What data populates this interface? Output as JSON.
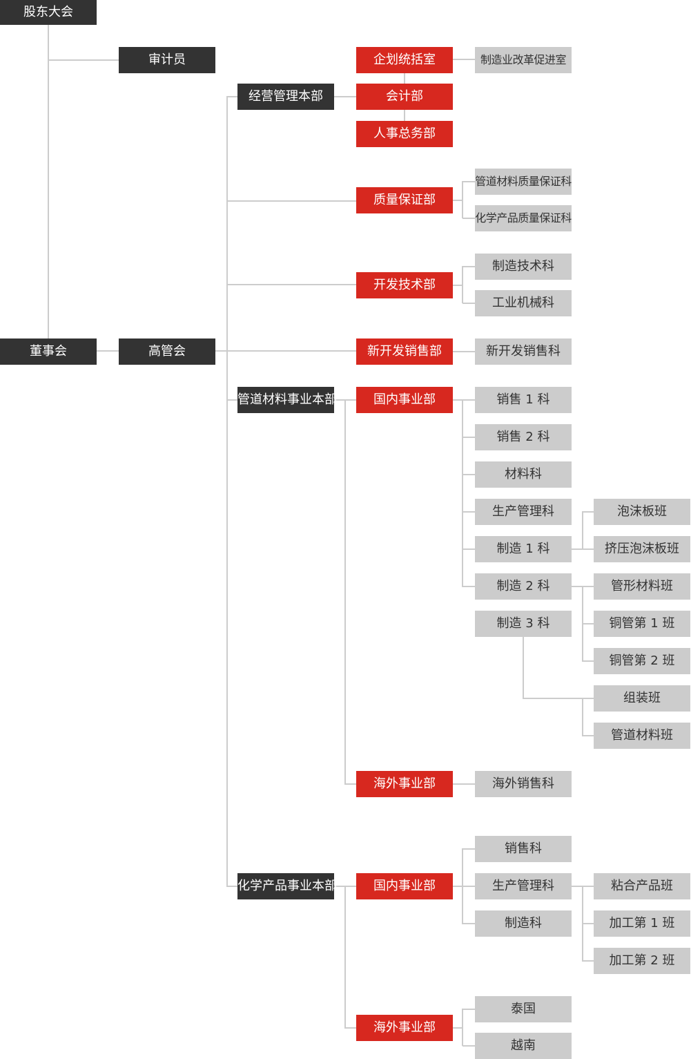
{
  "top": {
    "shareholders": "股东大会",
    "auditor": "审计员",
    "board": "董事会",
    "executive": "高管会"
  },
  "management_hq": {
    "label": "经营管理本部",
    "planning": "企划统括室",
    "planning_sub": "制造业改革促进室",
    "accounting": "会计部",
    "hr": "人事总务部"
  },
  "quality": {
    "label": "质量保证部",
    "subs": [
      "管道材料质量保证科",
      "化学产品质量保证科"
    ]
  },
  "dev": {
    "label": "开发技术部",
    "subs": [
      "制造技术科",
      "工业机械科"
    ]
  },
  "new_sales": {
    "label": "新开发销售部",
    "subs": [
      "新开发销售科"
    ]
  },
  "pipe_hq": {
    "label": "管道材料事业本部",
    "domestic": {
      "label": "国内事业部",
      "subs": [
        "销售 1 科",
        "销售 2 科",
        "材料科",
        "生产管理科",
        "制造 1 科",
        "制造 2 科",
        "制造 3 科"
      ],
      "teams": [
        "泡沫板班",
        "挤压泡沫板班",
        "管形材料班",
        "铜管第 1 班",
        "铜管第 2 班",
        "组装班",
        "管道材料班"
      ]
    },
    "overseas": {
      "label": "海外事业部",
      "subs": [
        "海外销售科"
      ]
    }
  },
  "chem_hq": {
    "label": "化学产品事业本部",
    "domestic": {
      "label": "国内事业部",
      "subs": [
        "销售科",
        "生产管理科",
        "制造科"
      ],
      "teams": [
        "粘合产品班",
        "加工第 1 班",
        "加工第 2 班"
      ]
    },
    "overseas": {
      "label": "海外事业部",
      "subs": [
        "泰国",
        "越南"
      ]
    }
  },
  "colors": {
    "dark": "#333333",
    "red": "#d7281f",
    "gray": "#cccccc",
    "line": "#cccccc"
  }
}
